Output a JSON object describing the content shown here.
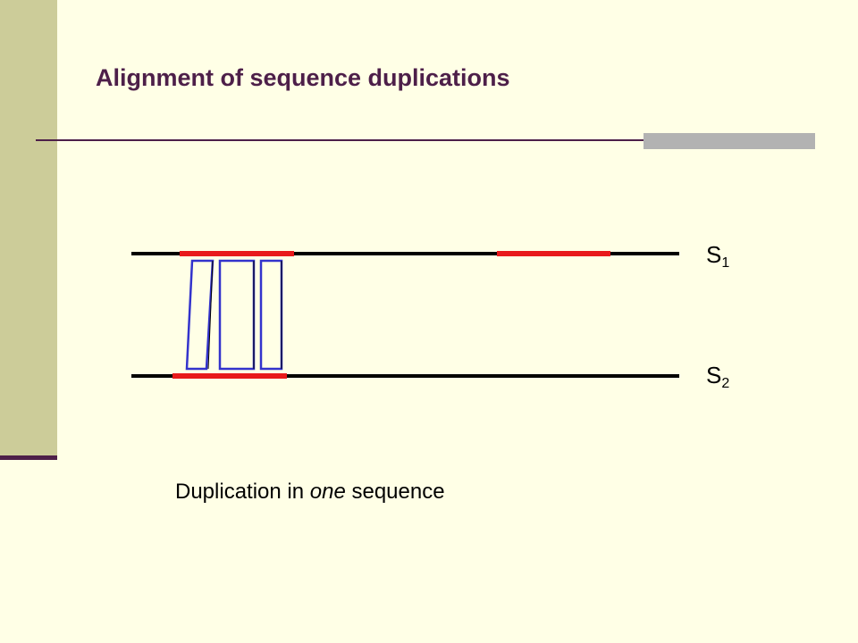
{
  "title": "Alignment of sequence duplications",
  "sequences": [
    {
      "label": "S",
      "subscript": "1"
    },
    {
      "label": "S",
      "subscript": "2"
    }
  ],
  "caption": {
    "before": "Duplication in ",
    "emphasis": "one",
    "after": " sequence"
  },
  "colors": {
    "background": "#FFFFE6",
    "sidebar": "#CCCC99",
    "accent": "#4D1F49",
    "rule_accent": "#B2B2B2",
    "sequence_line": "#000000",
    "duplicated_segment": "#E8191C",
    "alignment_block": "#3333CC"
  }
}
